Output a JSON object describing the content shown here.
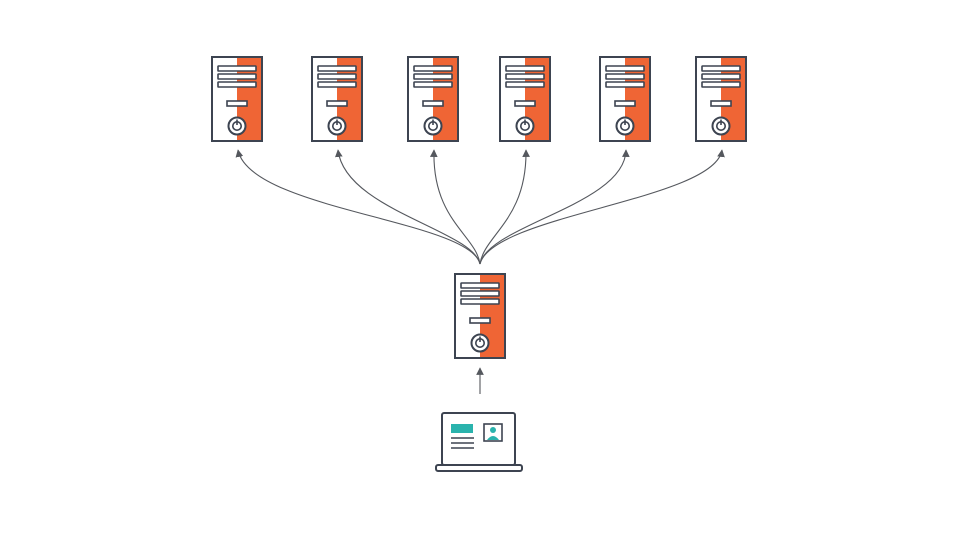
{
  "diagram": {
    "colors": {
      "stroke": "#3d4451",
      "accent": "#ef6535",
      "screen": "#2ab3ad",
      "connector": "#55585e",
      "background": "#ffffff"
    },
    "top_servers": [
      {
        "id": "server-1",
        "icon": "server-icon"
      },
      {
        "id": "server-2",
        "icon": "server-icon"
      },
      {
        "id": "server-3",
        "icon": "server-icon"
      },
      {
        "id": "server-4",
        "icon": "server-icon"
      },
      {
        "id": "server-5",
        "icon": "server-icon"
      },
      {
        "id": "server-6",
        "icon": "server-icon"
      }
    ],
    "middle_server": {
      "id": "central-server",
      "icon": "server-icon"
    },
    "client": {
      "id": "client-laptop",
      "icon": "laptop-icon"
    },
    "edges": [
      {
        "from": "client-laptop",
        "to": "central-server"
      },
      {
        "from": "central-server",
        "to": "server-1"
      },
      {
        "from": "central-server",
        "to": "server-2"
      },
      {
        "from": "central-server",
        "to": "server-3"
      },
      {
        "from": "central-server",
        "to": "server-4"
      },
      {
        "from": "central-server",
        "to": "server-5"
      },
      {
        "from": "central-server",
        "to": "server-6"
      }
    ]
  }
}
